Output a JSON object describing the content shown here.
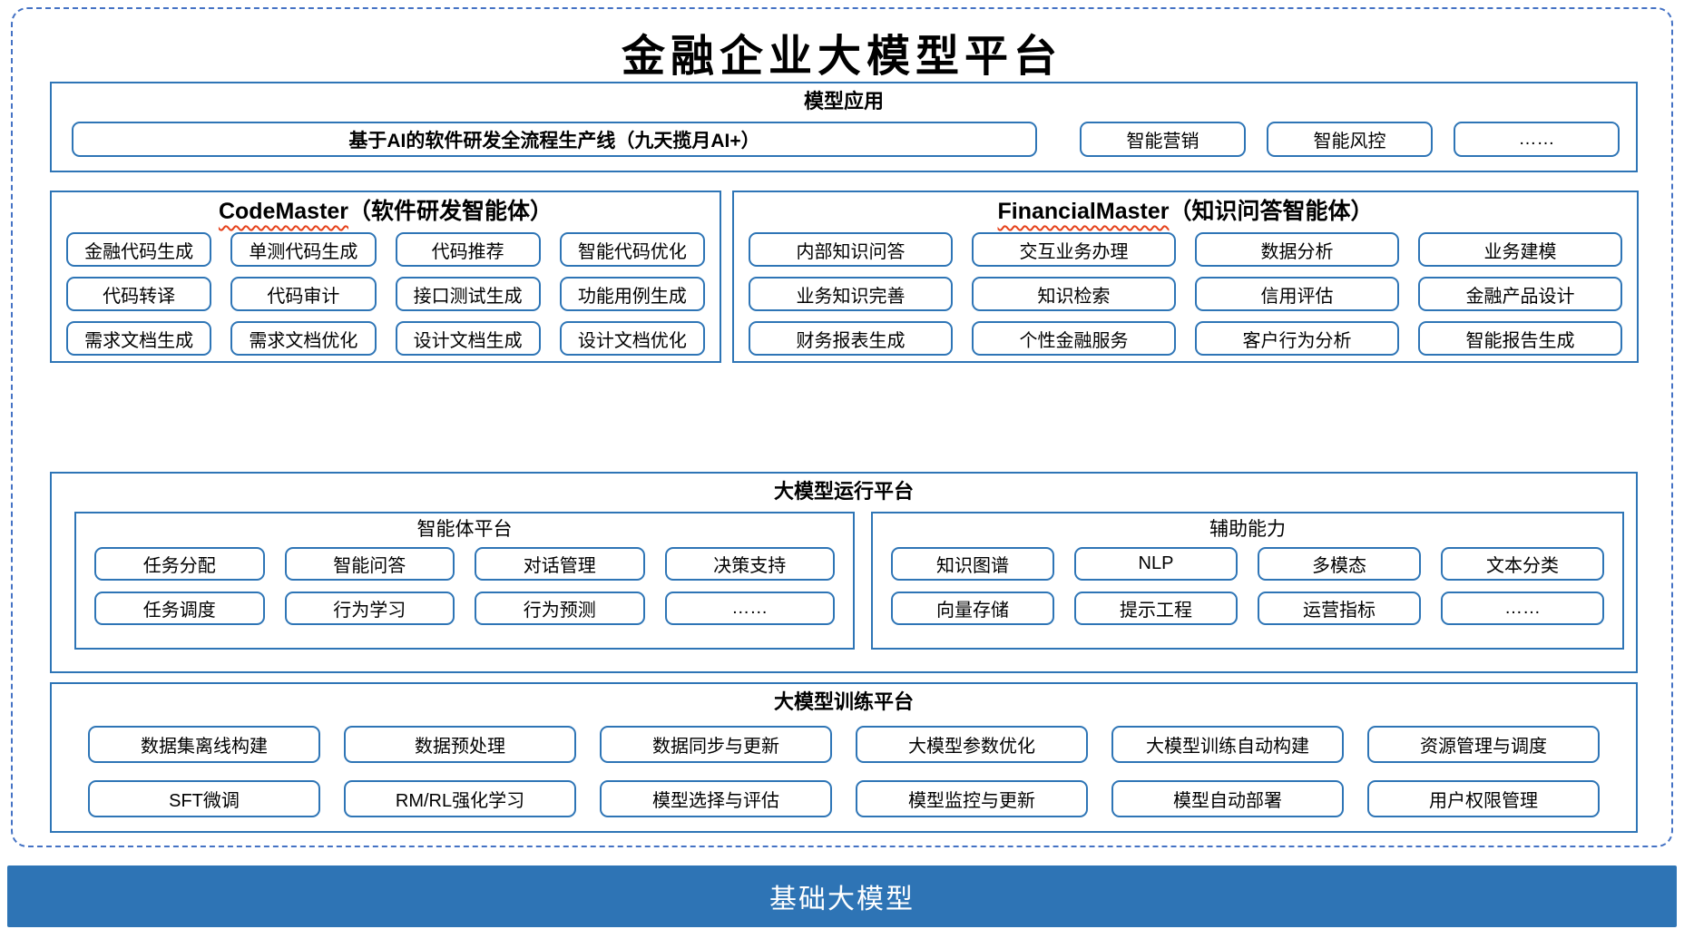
{
  "title": "金融企业大模型平台",
  "colors": {
    "section_border": "#2e75b6",
    "outer_dashed": "#4472c4",
    "footer_bg": "#2e74b5",
    "squiggle_red": "#e5401a"
  },
  "model_app": {
    "header": "模型应用",
    "main_item": "基于AI的软件研发全流程生产线（九天揽月AI+）",
    "items": [
      "智能营销",
      "智能风控",
      "……"
    ]
  },
  "agents": [
    {
      "name_en": "CodeMaster",
      "name_cn": "（软件研发智能体）",
      "items": [
        "金融代码生成",
        "单测代码生成",
        "代码推荐",
        "智能代码优化",
        "代码转译",
        "代码审计",
        "接口测试生成",
        "功能用例生成",
        "需求文档生成",
        "需求文档优化",
        "设计文档生成",
        "设计文档优化"
      ]
    },
    {
      "name_en": "FinancialMaster",
      "name_cn": "（知识问答智能体）",
      "items": [
        "内部知识问答",
        "交互业务办理",
        "数据分析",
        "业务建模",
        "业务知识完善",
        "知识检索",
        "信用评估",
        "金融产品设计",
        "财务报表生成",
        "个性金融服务",
        "客户行为分析",
        "智能报告生成"
      ]
    }
  ],
  "runtime": {
    "header": "大模型运行平台",
    "groups": [
      {
        "header": "智能体平台",
        "items": [
          "任务分配",
          "智能问答",
          "对话管理",
          "决策支持",
          "任务调度",
          "行为学习",
          "行为预测",
          "……"
        ]
      },
      {
        "header": "辅助能力",
        "items": [
          "知识图谱",
          "NLP",
          "多模态",
          "文本分类",
          "向量存储",
          "提示工程",
          "运营指标",
          "……"
        ]
      }
    ]
  },
  "training": {
    "header": "大模型训练平台",
    "items": [
      "数据集离线构建",
      "数据预处理",
      "数据同步与更新",
      "大模型参数优化",
      "大模型训练自动构建",
      "资源管理与调度",
      "SFT微调",
      "RM/RL强化学习",
      "模型选择与评估",
      "模型监控与更新",
      "模型自动部署",
      "用户权限管理"
    ]
  },
  "footer": {
    "label": "基础大模型"
  }
}
